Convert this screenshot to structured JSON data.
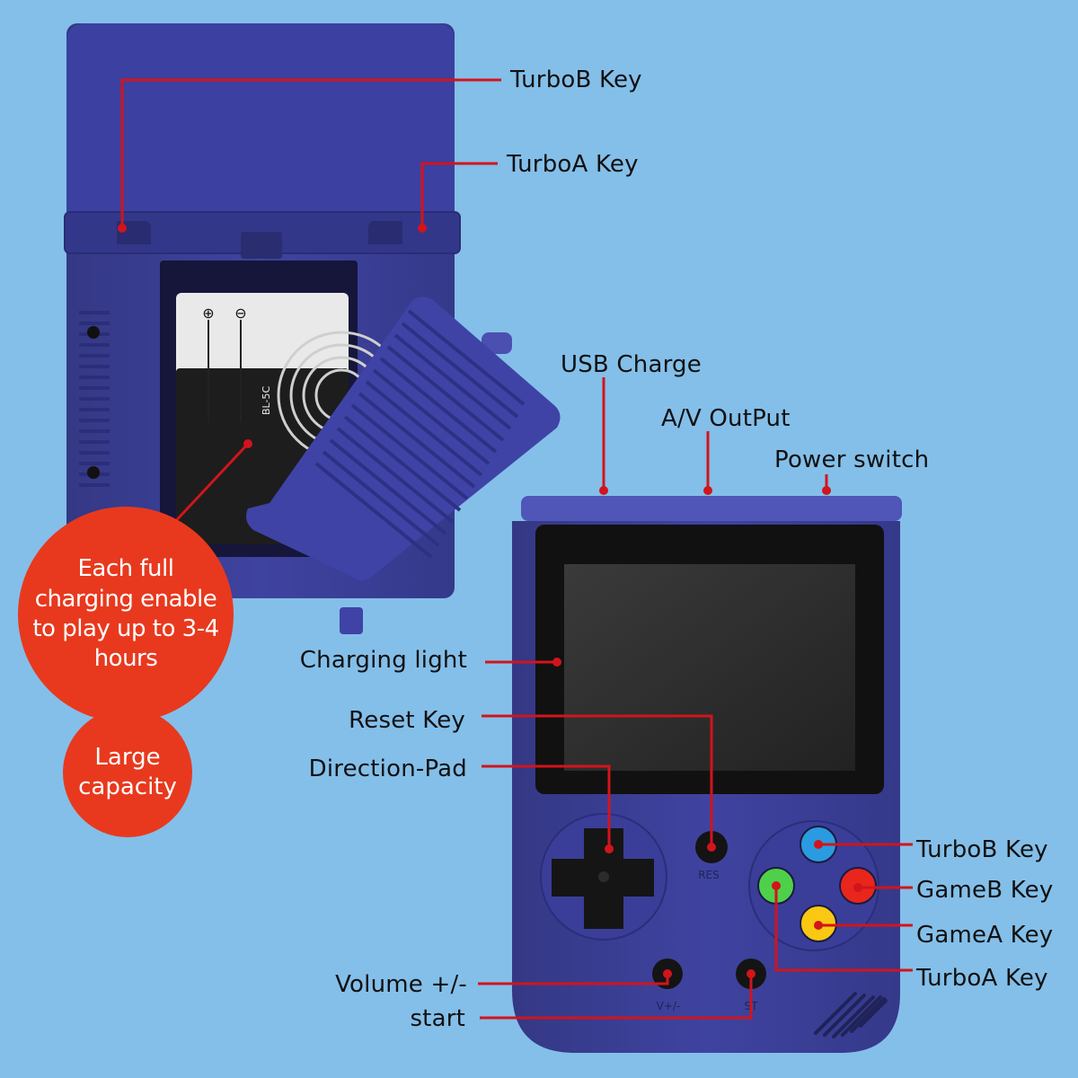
{
  "back_labels": {
    "turbo_b_top": "TurboB Key",
    "turbo_a_top": "TurboA Key"
  },
  "battery": {
    "model": "BL-5C",
    "plus_symbol": "⊕",
    "minus_symbol": "⊖"
  },
  "callouts": {
    "charging_time": "Each full charging enable to play up to 3-4 hours",
    "capacity": "Large capacity"
  },
  "top_labels": {
    "usb": "USB Charge",
    "av": "A/V OutPut",
    "power": "Power switch"
  },
  "left_labels": {
    "charging_light": "Charging light",
    "reset": "Reset Key",
    "dpad": "Direction-Pad",
    "volume": "Volume +/-",
    "start": "start"
  },
  "right_labels": {
    "turbo_b": "TurboB Key",
    "game_b": "GameB Key",
    "game_a": "GameA Key",
    "turbo_a": "TurboA Key"
  },
  "device_text": {
    "res": "RES",
    "vol": "V+/-",
    "st": "ST"
  },
  "colors": {
    "background": "#84bfe9",
    "device_blue": "#3b3f96",
    "leader_red": "#d2141c",
    "callout_red": "#e8391e",
    "button_blue": "#2a9be0",
    "button_red": "#e8261c",
    "button_green": "#4fd04a",
    "button_yellow": "#f8c812"
  }
}
